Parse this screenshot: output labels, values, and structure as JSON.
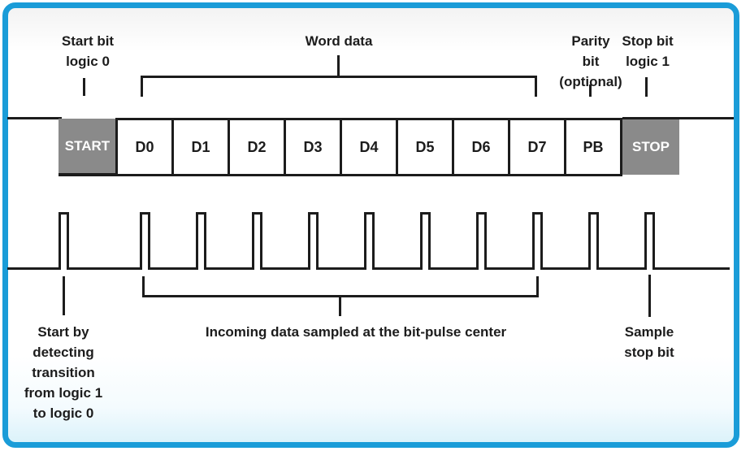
{
  "diagram": {
    "description": "Asynchronous serial data frame timing diagram"
  },
  "top_labels": {
    "start_bit": "Start bit\nlogic 0",
    "word_data": "Word data",
    "parity_bit": "Parity\nbit\n(optional)",
    "stop_bit": "Stop bit\nlogic 1"
  },
  "bits": {
    "start": "START",
    "data": [
      "D0",
      "D1",
      "D2",
      "D3",
      "D4",
      "D5",
      "D6",
      "D7"
    ],
    "parity": "PB",
    "stop": "STOP"
  },
  "bottom_labels": {
    "start_detection": "Start by\ndetecting\ntransition\nfrom logic 1\nto logic 0",
    "sampling_note": "Incoming data sampled at the bit-pulse center",
    "sample_stop": "Sample\nstop bit"
  },
  "colors": {
    "frame_border": "#1a9cd8",
    "bit_box_gray": "#8a8a8a",
    "line_black": "#1c1c1c"
  }
}
